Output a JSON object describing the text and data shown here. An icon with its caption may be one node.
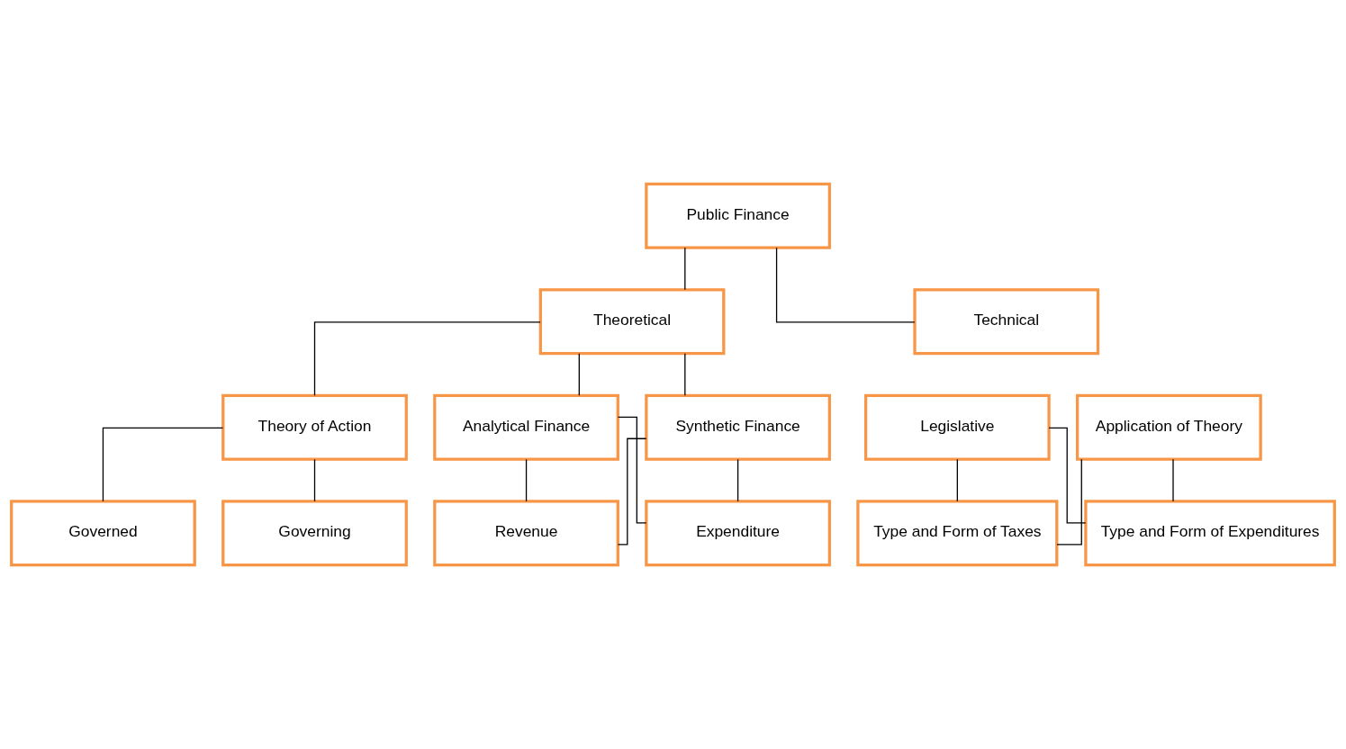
{
  "diagram": {
    "nodes": [
      {
        "text": [
          "Public Finance"
        ]
      },
      {
        "text": [
          "Theoretical"
        ]
      },
      {
        "text": [
          "Technical"
        ]
      },
      {
        "text": [
          "Analytical Finance"
        ]
      },
      {
        "text": [
          "Synthetic Finance"
        ]
      },
      {
        "text": [
          "Theory of Action"
        ]
      },
      {
        "text": [
          "Application of Theory"
        ]
      },
      {
        "text": [
          "Legislative"
        ]
      },
      {
        "text": [
          "Revenue"
        ]
      },
      {
        "text": [
          "Expenditure"
        ]
      },
      {
        "text": [
          "Type and Form of Taxes"
        ]
      },
      {
        "text": [
          "Type and Form of Expenditures"
        ]
      },
      {
        "text": [
          "Governed"
        ]
      },
      {
        "text": [
          "Governing"
        ]
      }
    ],
    "edges": [
      {
        "from": 0,
        "to": 1,
        "arrow": "none"
      },
      {
        "from": 0,
        "to": 2,
        "arrow": "none"
      },
      {
        "from": 1,
        "to": 3,
        "arrow": "none"
      },
      {
        "from": 1,
        "to": 4,
        "arrow": "none"
      },
      {
        "from": 1,
        "to": 5,
        "arrow": "none"
      },
      {
        "from": 3,
        "to": 8,
        "arrow": "none"
      },
      {
        "from": 3,
        "to": 9,
        "arrow": "none"
      },
      {
        "from": 4,
        "to": 8,
        "arrow": "none"
      },
      {
        "from": 4,
        "to": 9,
        "arrow": "none"
      },
      {
        "from": 5,
        "to": 12,
        "arrow": "none"
      },
      {
        "from": 5,
        "to": 13,
        "arrow": "none"
      },
      {
        "from": 6,
        "to": 10,
        "arrow": "none"
      },
      {
        "from": 6,
        "to": 11,
        "arrow": "none"
      },
      {
        "from": 7,
        "to": 10,
        "arrow": "none"
      },
      {
        "from": 7,
        "to": 11,
        "arrow": "none"
      }
    ]
  }
}
